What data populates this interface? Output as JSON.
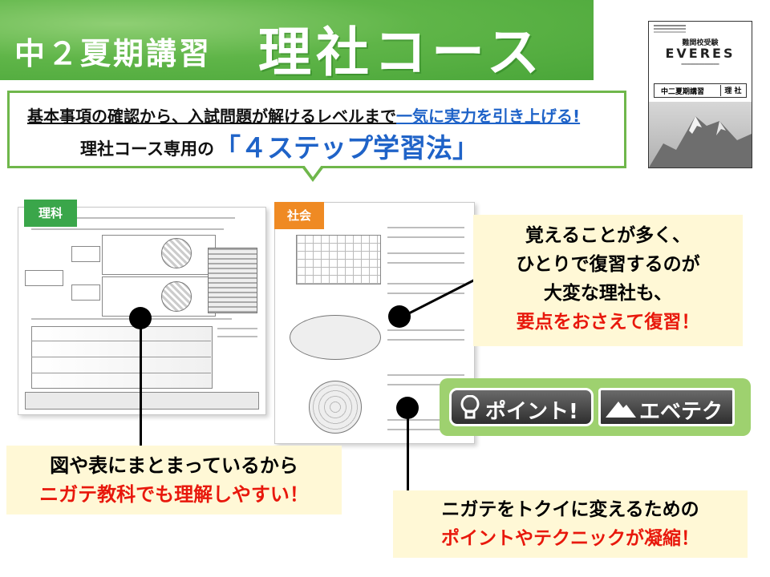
{
  "header": {
    "subtitle": "中２夏期講習",
    "title": "理社コース"
  },
  "book": {
    "series": "難関校受験",
    "brand": "EVERES",
    "course_label": "中二夏期講習",
    "subject": "理 社"
  },
  "intro": {
    "line1_prefix": "基本事項の確認から、入試問題が解けるレベルまで",
    "line1_highlight": "一気に実力を引き上げる!",
    "line2_prefix": "理社コース専用の",
    "line2_highlight": "「４ステップ学習法」"
  },
  "tabs": {
    "science": "理科",
    "social": "社会"
  },
  "callouts": {
    "top_right": {
      "line1": "覚えることが多く、",
      "line2": "ひとりで復習するのが",
      "line3": "大変な理社も、",
      "line4_red": "要点をおさえて復習！"
    },
    "bottom_left": {
      "line1": "図や表にまとまっているから",
      "line2_red": "ニガテ教科でも理解しやすい！"
    },
    "bottom_right": {
      "line1": "ニガテをトクイに変えるための",
      "line2_red": "ポイントやテクニックが凝縮！"
    }
  },
  "badges": {
    "point": "ポイント!",
    "evetech": "エベテク"
  },
  "colors": {
    "brand_green": "#5fb548",
    "accent_blue": "#1f63c8",
    "accent_red": "#e8180c",
    "science_tab": "#3aa64a",
    "social_tab": "#ef8a23",
    "callout_bg": "#fff8d6"
  }
}
